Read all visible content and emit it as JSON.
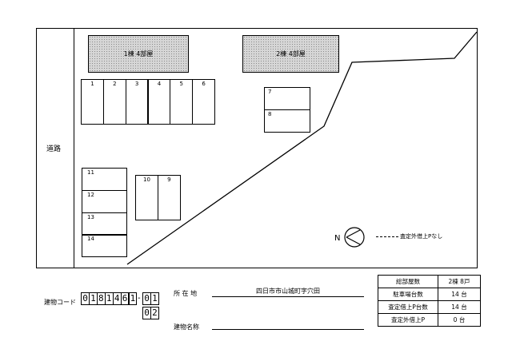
{
  "road_label": "道路",
  "buildings": [
    {
      "label": "1棟  4部屋"
    },
    {
      "label": "2棟  4部屋"
    }
  ],
  "parking": {
    "row_a": [
      "1",
      "2",
      "3",
      "4",
      "5",
      "6"
    ],
    "col_b": [
      "7",
      "8"
    ],
    "row_c": [
      "10",
      "9"
    ],
    "col_d": [
      "11",
      "12",
      "13",
      "14"
    ]
  },
  "north_mark": "N",
  "legend": "査定外借上Pなし",
  "building_code": {
    "label": "建物コード",
    "digits": [
      "0",
      "1",
      "8",
      "1",
      "4",
      "6",
      "1"
    ],
    "separator": "-",
    "sub1": [
      "0",
      "1"
    ],
    "sub2": [
      "0",
      "2"
    ]
  },
  "address": {
    "label": "所 在 地",
    "value": "四日市市山城町字穴田"
  },
  "building_name": {
    "label": "建物名称",
    "value": ""
  },
  "info_table": [
    {
      "label": "総部屋数",
      "value": "2棟  8戸"
    },
    {
      "label": "駐車場台数",
      "value": "14  台"
    },
    {
      "label": "査定借上P台数",
      "value": "14  台"
    },
    {
      "label": "査定外借上P",
      "value": "0  台"
    }
  ]
}
